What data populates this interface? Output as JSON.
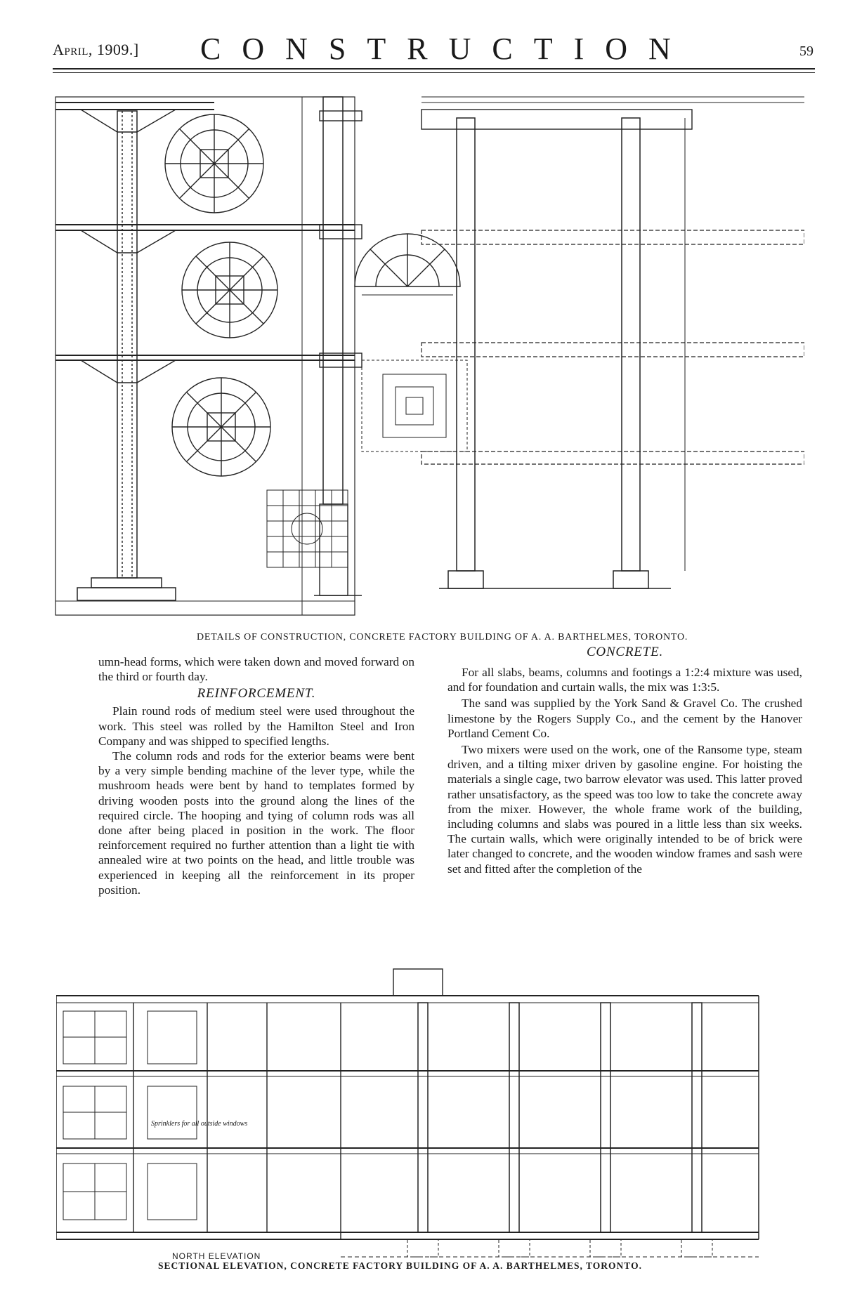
{
  "header": {
    "issue": "April, 1909.]",
    "title": "CONSTRUCTION",
    "page": "59"
  },
  "figures": {
    "top_caption": "Details of Construction, Concrete Factory Building of A. A. Barthelmes, Toronto.",
    "bottom_caption": "Sectional Elevation, Concrete Factory Building of A. A. Barthelmes, Toronto.",
    "north_elevation_label": "NORTH ELEVATION",
    "sprinklers_note": "Sprinklers for all outside windows"
  },
  "left_column": {
    "continuation": "umn-head forms, which were taken down and moved forward on the third or fourth day.",
    "section_title": "REINFORCEMENT.",
    "paragraphs": [
      "Plain round rods of medium steel were used throughout the work. This steel was rolled by the Hamilton Steel and Iron Company and was shipped to specified lengths.",
      "The column rods and rods for the exterior beams were bent by a very simple bending machine of the lever type, while the mushroom heads were bent by hand to templates formed by driving wooden posts into the ground along the lines of the required circle. The hooping and tying of column rods was all done after being placed in position in the work. The floor reinforcement required no further attention than a light tie with annealed wire at two points on the head, and little trouble was experienced in keeping all the reinforcement in its proper position."
    ]
  },
  "right_column": {
    "section_title": "CONCRETE.",
    "paragraphs": [
      "For all slabs, beams, columns and footings a 1:2:4 mixture was used, and for foundation and curtain walls, the mix was 1:3:5.",
      "The sand was supplied by the York Sand & Gravel Co. The crushed limestone by the Rogers Supply Co., and the cement by the Hanover Portland Cement Co.",
      "Two mixers were used on the work, one of the Ransome type, steam driven, and a tilting mixer driven by gasoline engine. For hoisting the materials a single cage, two barrow elevator was used. This latter proved rather unsatisfactory, as the speed was too low to take the concrete away from the mixer. However, the whole frame work of the building, including columns and slabs was poured in a little less than six weeks. The curtain walls, which were originally intended to be of brick were later changed to concrete, and the wooden window frames and sash were set and fitted after the completion of the"
    ]
  }
}
